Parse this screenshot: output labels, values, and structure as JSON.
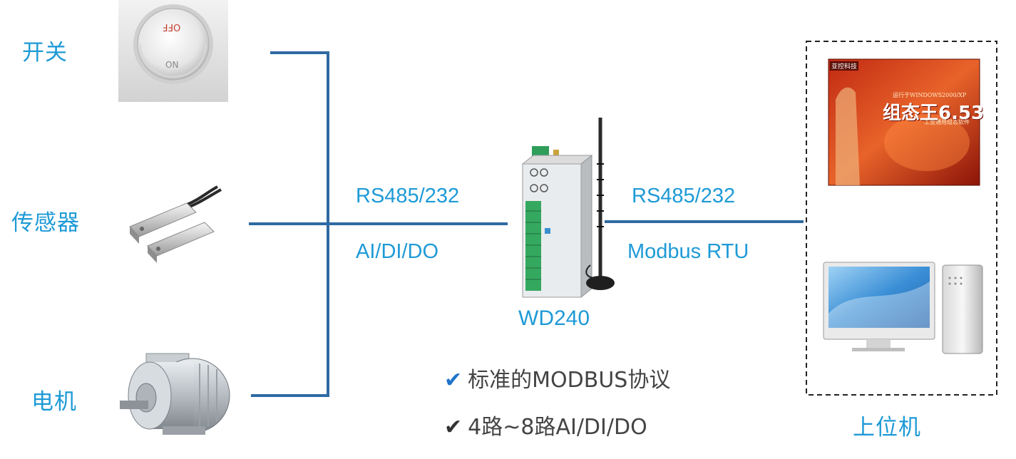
{
  "inputs": {
    "switch": {
      "label": "开关",
      "off_text": "OFF",
      "on_text": "ON"
    },
    "sensor": {
      "label": "传感器"
    },
    "motor": {
      "label": "电机"
    }
  },
  "left_link": {
    "protocol": "RS485/232",
    "signals": "AI/DI/DO"
  },
  "device": {
    "model": "WD240"
  },
  "right_link": {
    "protocol": "RS485/232",
    "mode": "Modbus RTU"
  },
  "host": {
    "label": "上位机",
    "software_box": {
      "brand": "亚控科技",
      "subtitle": "运行于WINDOWS2000/XP",
      "title": "组态王6.53",
      "caption": "工业通用组态软件"
    }
  },
  "features": {
    "check_icon": "checkmark-icon",
    "items": [
      "标准的MODBUS协议",
      "4路~8路AI/DI/DO"
    ]
  },
  "colors": {
    "line": "#2f6aa3",
    "label": "#1e9ad6",
    "check": "#1e74c9",
    "text": "#444444"
  }
}
